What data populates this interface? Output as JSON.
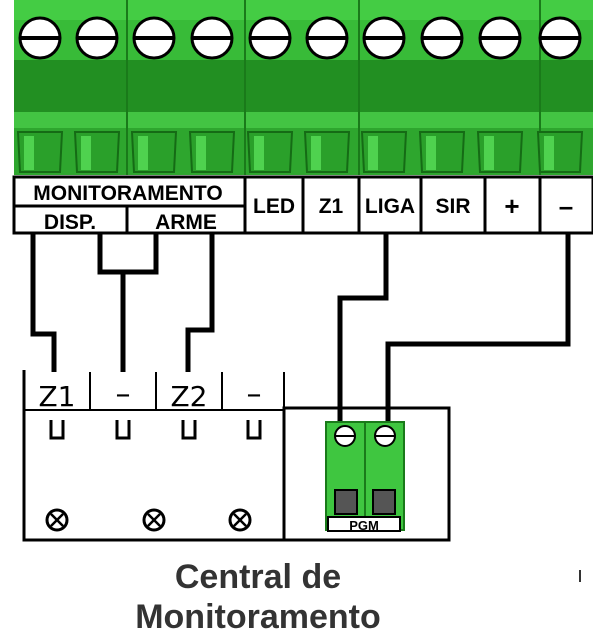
{
  "terminal_block": {
    "header": "MONITORAMENTO",
    "labels": [
      "DISP.",
      "ARME",
      "LED",
      "Z1",
      "LIGA",
      "SIR",
      "+",
      "–"
    ]
  },
  "panel": {
    "terminals": [
      "Z1",
      "–",
      "Z2",
      "–"
    ],
    "pgm_label": "PGM",
    "title_line1": "Central de",
    "title_line2": "Monitoramento"
  },
  "colors": {
    "green_light": "#3fc640",
    "green_mid": "#36b036",
    "green_dark": "#1c8f1c",
    "wire": "#000000"
  }
}
